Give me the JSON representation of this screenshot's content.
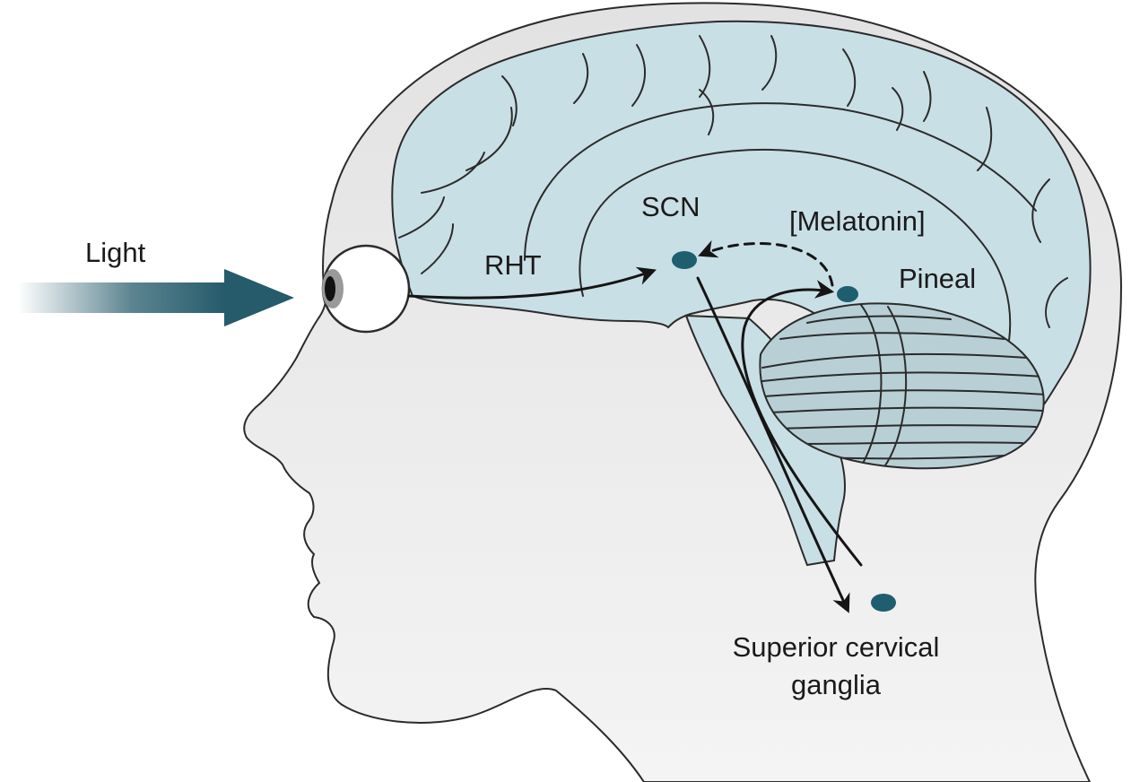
{
  "labels": {
    "light": "Light",
    "rht": "RHT",
    "scn": "SCN",
    "melatonin": "[Melatonin]",
    "pineal": "Pineal",
    "scg_line1": "Superior cervical",
    "scg_line2": "ganglia"
  },
  "colors": {
    "head_fill": "#e5e5e5",
    "brain_fill": "#c9dfe6",
    "outline": "#2b2b2b",
    "nucleus": "#1f5e6e",
    "light_arrow": "#255b6b"
  }
}
